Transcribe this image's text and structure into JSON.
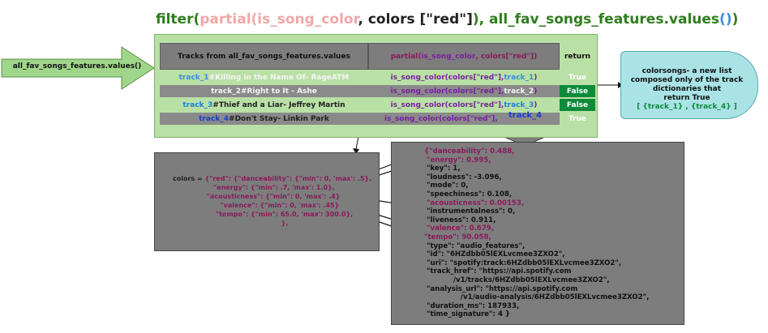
{
  "title": {
    "part1": "filter(",
    "part2": "partial(is_song_color",
    "part3": ", colors [\"red\"]",
    "part4": "), all_fav_songs_features.values",
    "part5": "()",
    "part6": ")"
  },
  "left_arrow": {
    "label": "all_fav_songs_features.values()"
  },
  "table": {
    "headers": {
      "tracks": "Tracks from all_fav_songs_features.values",
      "partial_a": "partial(",
      "partial_b": "is_song_color",
      "partial_c": ", colors[\"red\"])",
      "return": "return"
    },
    "rows": [
      {
        "track_id": "track_1",
        "track_name": " #Killing in the Name Of- RageATM",
        "fn": "is_song_color(colors[\"red\"], ",
        "arg": "track_1",
        "close": ")",
        "ret": "True"
      },
      {
        "track_id": "track_2",
        "track_name": " #Right to It - Ashe",
        "fn": "is_song_color(colors[\"red\"], ",
        "arg": "track_2",
        "close": ")",
        "ret": "False"
      },
      {
        "track_id": "track_3",
        "track_name": " #Thief and a Liar- Jeffrey Martin",
        "fn": "is_song_color(colors[\"red\"], ",
        "arg": "track_3",
        "close": ")",
        "ret": "False"
      },
      {
        "track_id": "track_4",
        "track_name": " #Don't Stay- Linkin Park",
        "fn": "is_song_color(colors[\"red\"], ",
        "arg": "",
        "close": "",
        "ret": "True"
      }
    ]
  },
  "callout": {
    "label": "track_4"
  },
  "result": {
    "line1": "colorsongs- a new list",
    "line2": "composed only of the track",
    "line3": "dictionaries that",
    "line4": "return True",
    "list": "[ {track_1} , {track_4}  ]"
  },
  "colors": {
    "l1a": "colors = ",
    "l1b": "{\"red\": {\"danceability\": {\"min\": 0, 'max': .5},",
    "l2": "                  \"energy\": {\"min\": .7, 'max': 1.0},",
    "l3": "               \"acousticness\": {\"min\": 0, 'max': .4}",
    "l4": "                     \"valence\": {\"min\": 0, 'max': .45}",
    "l5": "                   \"tempo\": {\"min\": 65.0, 'max': 300.0},",
    "l6": "                                                },"
  },
  "features": [
    {
      "k": "{\"danceability\"",
      "v": ": 0.488,",
      "hl": true
    },
    {
      "k": " \"energy\"",
      "v": ": 0.995,",
      "hl": true
    },
    {
      "k": " \"key\"",
      "v": ": 1,",
      "hl": false
    },
    {
      "k": " \"loudness\"",
      "v": ": -3.096,",
      "hl": false
    },
    {
      "k": " \"mode\"",
      "v": ": 0,",
      "hl": false
    },
    {
      "k": " \"speechiness\"",
      "v": ": 0.108,",
      "hl": false
    },
    {
      "k": " \"acousticness\"",
      "v": ": 0.00153,",
      "hl": true
    },
    {
      "k": " \"instrumentalness\"",
      "v": ": 0,",
      "hl": false
    },
    {
      "k": " \"liveness\"",
      "v": ": 0.911,",
      "hl": false
    },
    {
      "k": " \"valence\"",
      "v": ": 0.679,",
      "hl": true
    },
    {
      "k": "\"tempo\"",
      "v": ": 90.058,",
      "hl": true
    },
    {
      "k": " \"type\"",
      "v": ": \"audio_features\",",
      "hl": false
    },
    {
      "k": " \"id\"",
      "v": ": \"6HZdbb05lEXLvcmee3ZXO2\",",
      "hl": false
    },
    {
      "k": " \"uri\"",
      "v": ": \"spotify:track:6HZdbb05lEXLvcmee3ZXO2\",",
      "hl": false
    },
    {
      "k": " \"track_href\"",
      "v": ": \"https://api.spotify.com",
      "hl": false
    },
    {
      "k": "",
      "v": "            /v1/tracks/6HZdbb05lEXLvcmee3ZXO2\",",
      "hl": false
    },
    {
      "k": " \"analysis_url\"",
      "v": ": \"https://api.spotify.com",
      "hl": false
    },
    {
      "k": "",
      "v": "               /v1/audio-analysis/6HZdbb05lEXLvcmee3ZXO2\",",
      "hl": false
    },
    {
      "k": " \"duration_ms\"",
      "v": ": 187933,",
      "hl": false
    },
    {
      "k": " \"time_signature\"",
      "v": ": 4 }",
      "hl": false
    }
  ],
  "colors_map": {
    "green": "#2e7d1e",
    "pink": "#f0a8a8",
    "blue": "#3a8de0",
    "table_green": "#b9e0a5",
    "table_gray": "#8a8a8a",
    "false_green": "#0d8a3a",
    "result_cyan": "#a9e3e6",
    "box_gray": "#7d7d7d",
    "key_magenta": "#8a1a5a"
  }
}
